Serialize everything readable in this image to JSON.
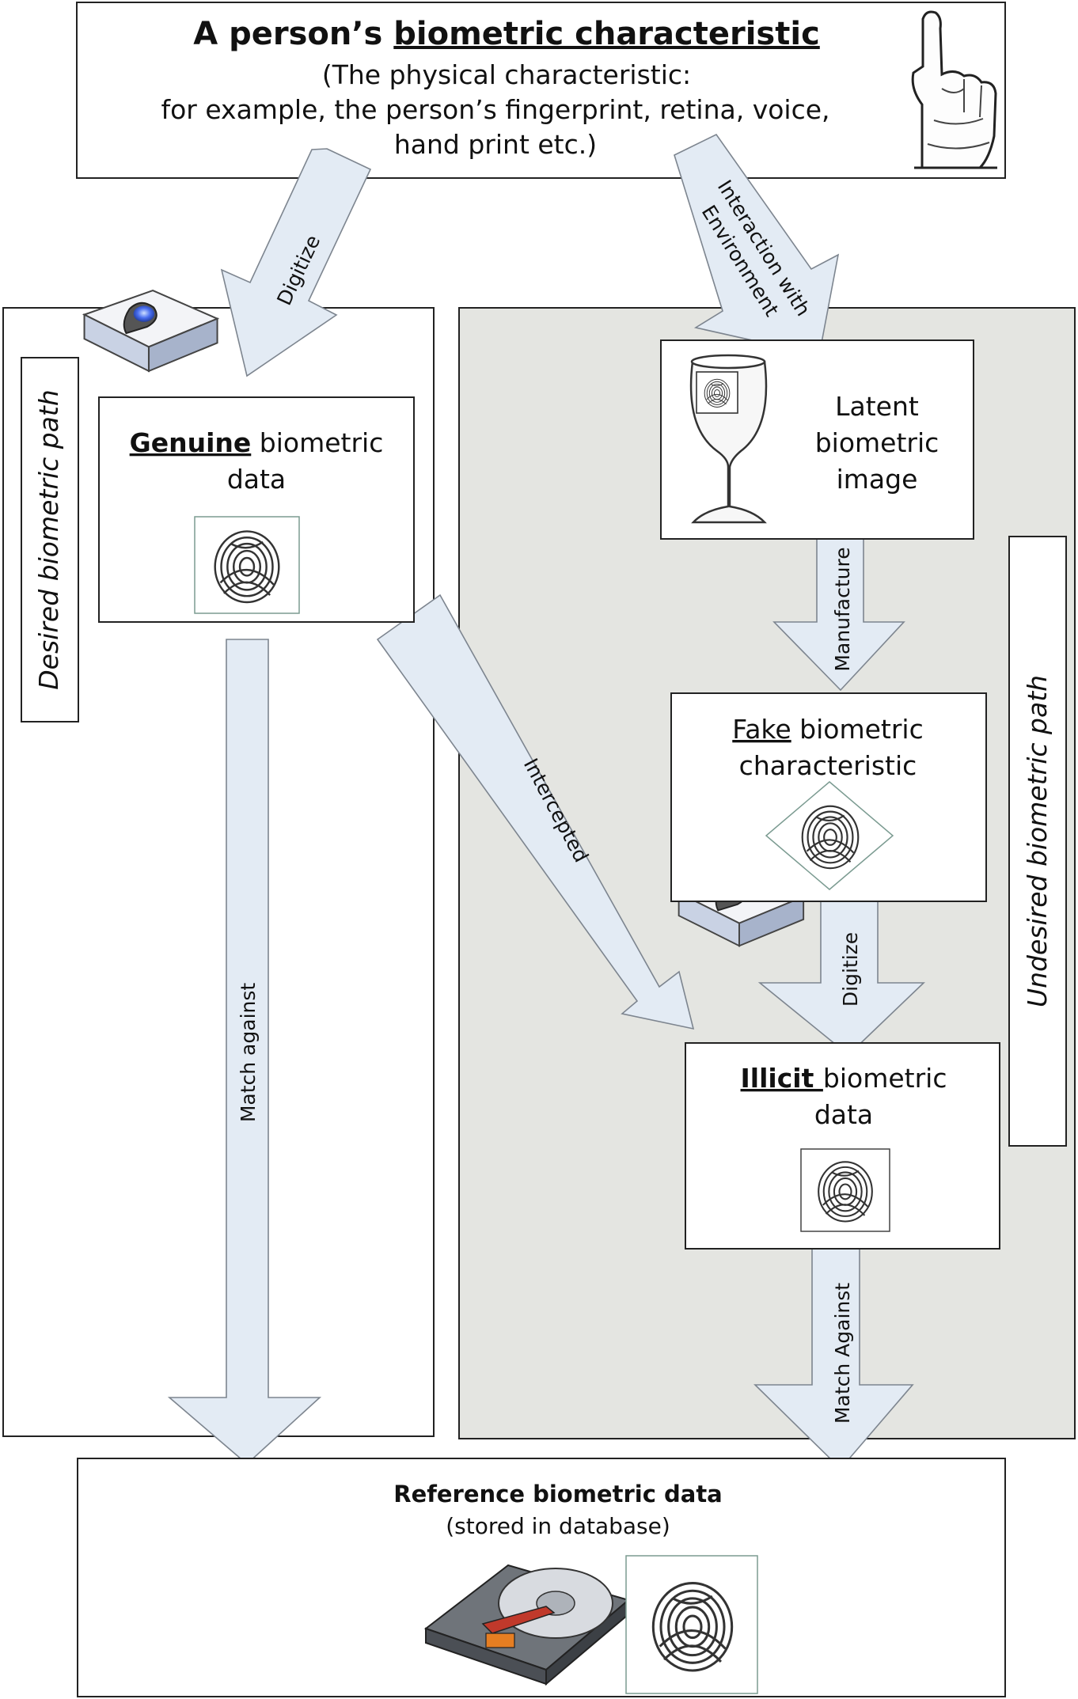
{
  "top": {
    "title_prefix": "A person’s ",
    "title_underlined": "biometric characteristic",
    "line1": "(The physical characteristic:",
    "line2": "for example, the person’s fingerprint, retina, voice,",
    "line3": "hand print etc.)"
  },
  "arrows": {
    "digitize_left": "Digitize",
    "interaction_line1": "Interaction with",
    "interaction_line2": "Environment",
    "manufacture": "Manufacture",
    "intercepted": "Intercepted",
    "digitize_right": "Digitize",
    "match_left": "Match against",
    "match_right": "Match Against"
  },
  "paths": {
    "desired": "Desired biometric path",
    "undesired": "Undesired biometric path"
  },
  "genuine": {
    "bold": "Genuine",
    "rest": " biometric",
    "line2": "data"
  },
  "latent": {
    "line1": "Latent",
    "line2": "biometric",
    "line3": "image"
  },
  "fake": {
    "underlined": "Fake",
    "rest": " biometric",
    "line2": "characteristic"
  },
  "illicit": {
    "bold": "Illicit ",
    "rest": "biometric",
    "line2": "data"
  },
  "reference": {
    "title": "Reference biometric data",
    "subtitle": "(stored in database)"
  },
  "colors": {
    "grey_panel": "#e4e5e1",
    "arrow_fill": "#e3ebf4",
    "arrow_stroke": "#7d858f",
    "sensor_blue": "#3a5bd6"
  }
}
